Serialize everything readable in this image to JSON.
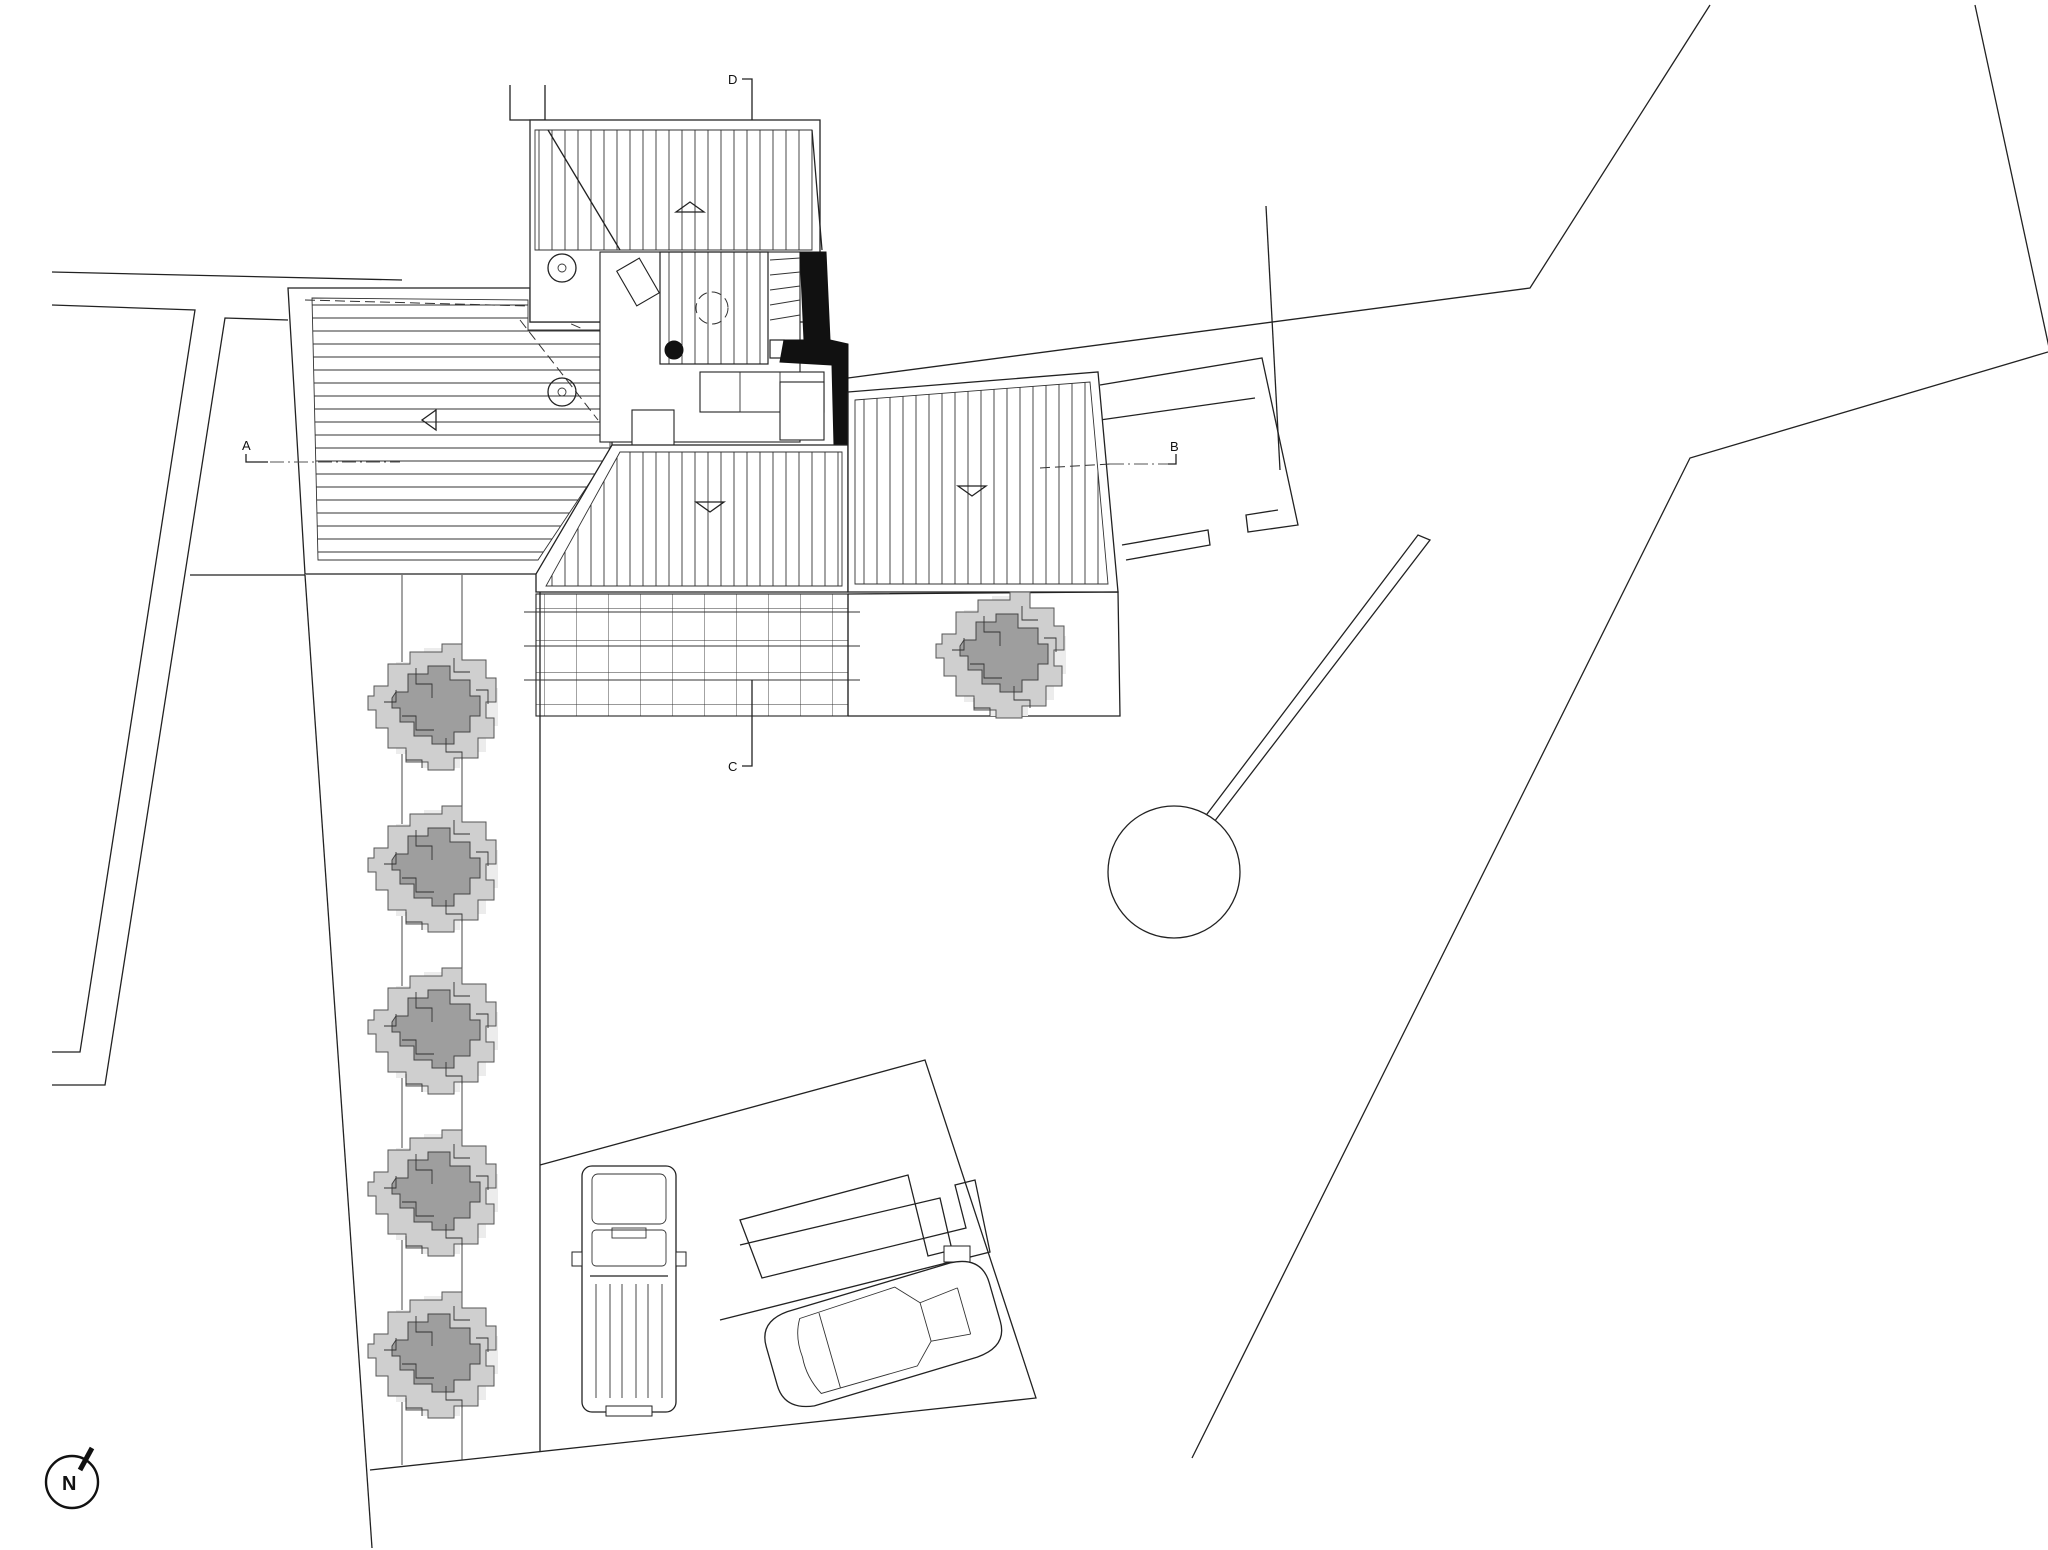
{
  "section_marks": {
    "a": "A",
    "b": "B",
    "c": "C",
    "d": "D"
  },
  "north_arrow": {
    "letter": "N",
    "icon": "north-arrow-icon"
  },
  "colors": {
    "line": "#222222",
    "tree_light": "#cfcfcf",
    "tree_dark": "#9e9e9e",
    "solid_wall": "#111111"
  }
}
